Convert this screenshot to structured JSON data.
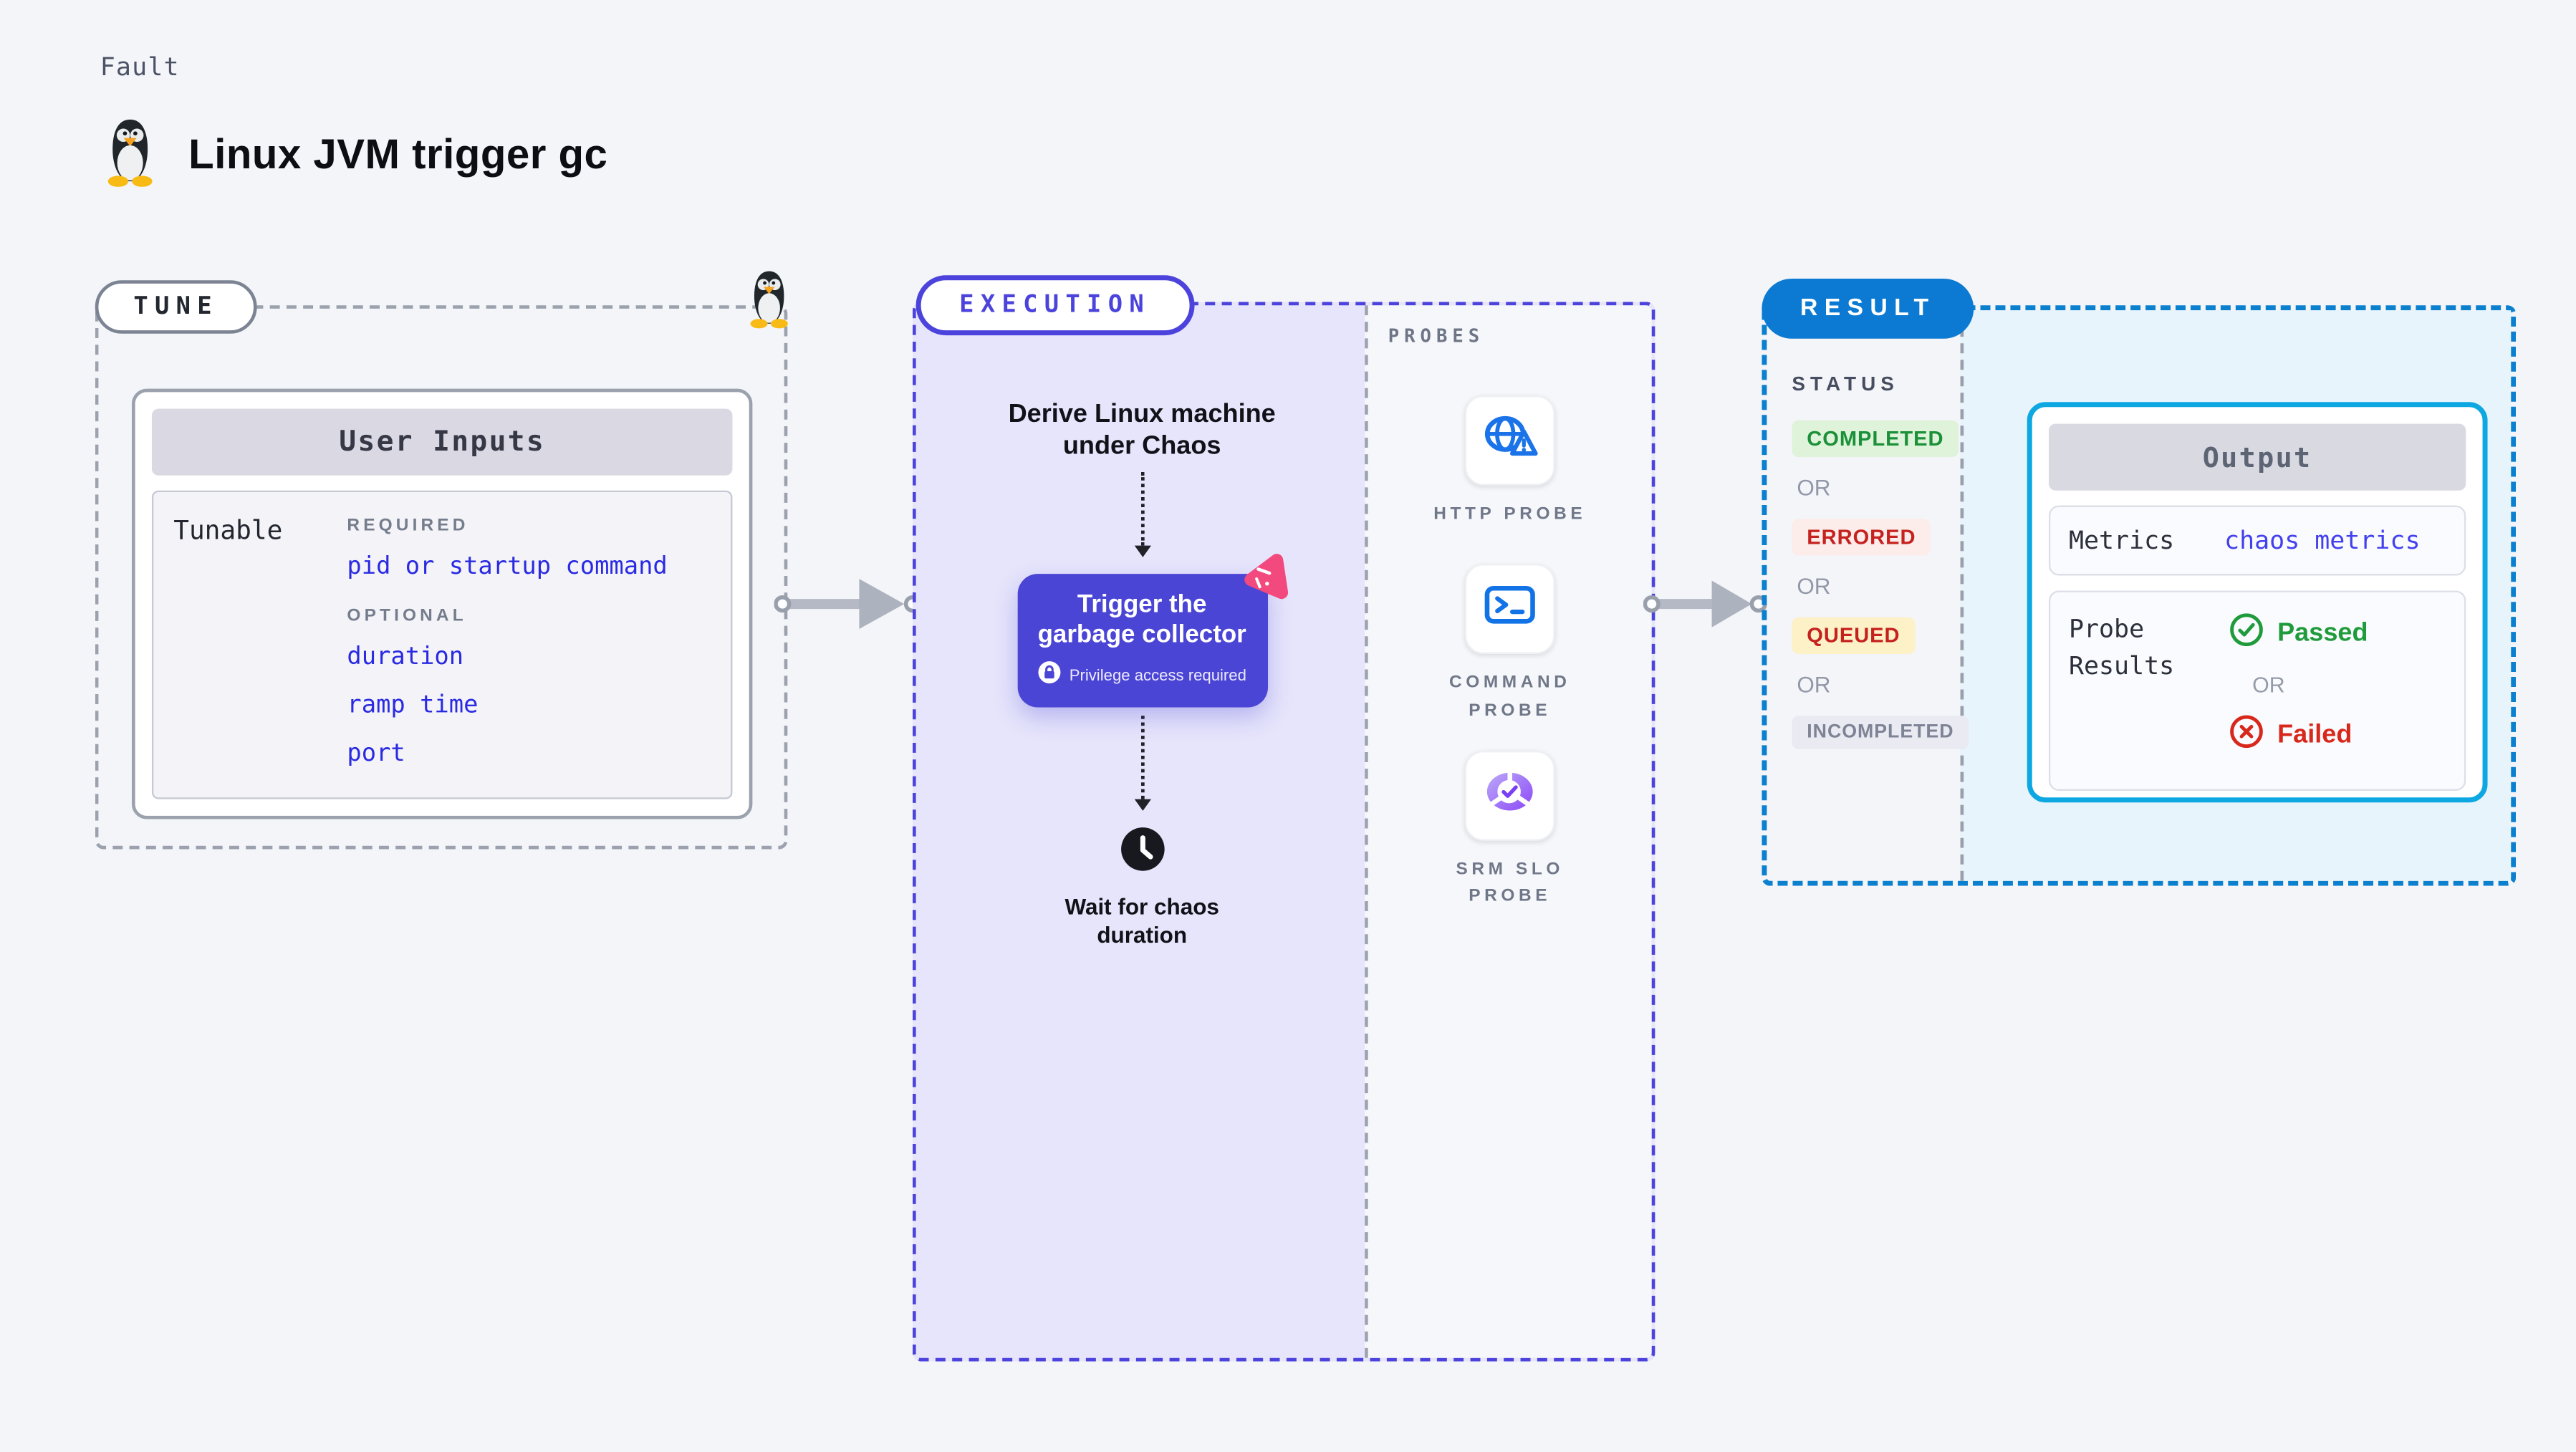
{
  "header": {
    "kicker": "Fault",
    "title": "Linux JVM trigger gc",
    "title_icon": "linux-penguin-icon"
  },
  "tune": {
    "pill": "TUNE",
    "corner_icon": "linux-penguin-icon",
    "card_title": "User Inputs",
    "row_label": "Tunable",
    "required_label": "REQUIRED",
    "required_item": "pid or startup command",
    "optional_label": "OPTIONAL",
    "optional_items": [
      "duration",
      "ramp time",
      "port"
    ]
  },
  "execution": {
    "pill": "EXECUTION",
    "derive_text": "Derive Linux machine under Chaos",
    "action_title": "Trigger the garbage collector",
    "action_note": "Privilege access required",
    "action_note_icon": "lock-icon",
    "action_corner_icon": "litmus-chaos-icon",
    "wait_icon": "clock-icon",
    "wait_text": "Wait for chaos duration"
  },
  "probes": {
    "label": "PROBES",
    "items": [
      {
        "name": "HTTP PROBE",
        "icon": "globe-alert-icon"
      },
      {
        "name": "COMMAND PROBE",
        "icon": "terminal-icon"
      },
      {
        "name": "SRM SLO PROBE",
        "icon": "slo-donut-check-icon"
      }
    ]
  },
  "result": {
    "pill": "RESULT",
    "status_label": "STATUS",
    "statuses": [
      "COMPLETED",
      "ERRORED",
      "QUEUED",
      "INCOMPLETED"
    ],
    "or_label": "OR",
    "output": {
      "title": "Output",
      "metrics_label": "Metrics",
      "metrics_value": "chaos metrics",
      "probe_label": "Probe Results",
      "passed_label": "Passed",
      "passed_icon": "check-circle-icon",
      "failed_label": "Failed",
      "failed_icon": "x-circle-icon"
    }
  },
  "colors": {
    "page_bg": "#f4f5f9",
    "accent_indigo": "#4b43dc",
    "execution_bg": "#e6e5fb",
    "button_indigo": "#4b45d6",
    "litmus_pink": "#f2497e",
    "result_blue_border": "#0b80cf",
    "result_pill_blue": "#0c7ad2",
    "output_border_cyan": "#0da7e2",
    "result_cyan_bg": "#e7f4fb",
    "probe_icon_blue": "#1a73e8",
    "slo_purple": "#8b48f7",
    "link_blue": "#2a2ae2",
    "completed_green": "#1b9038",
    "errored_red": "#c5221f",
    "passed_green": "#1f9b3b",
    "failed_red": "#d8281c"
  }
}
